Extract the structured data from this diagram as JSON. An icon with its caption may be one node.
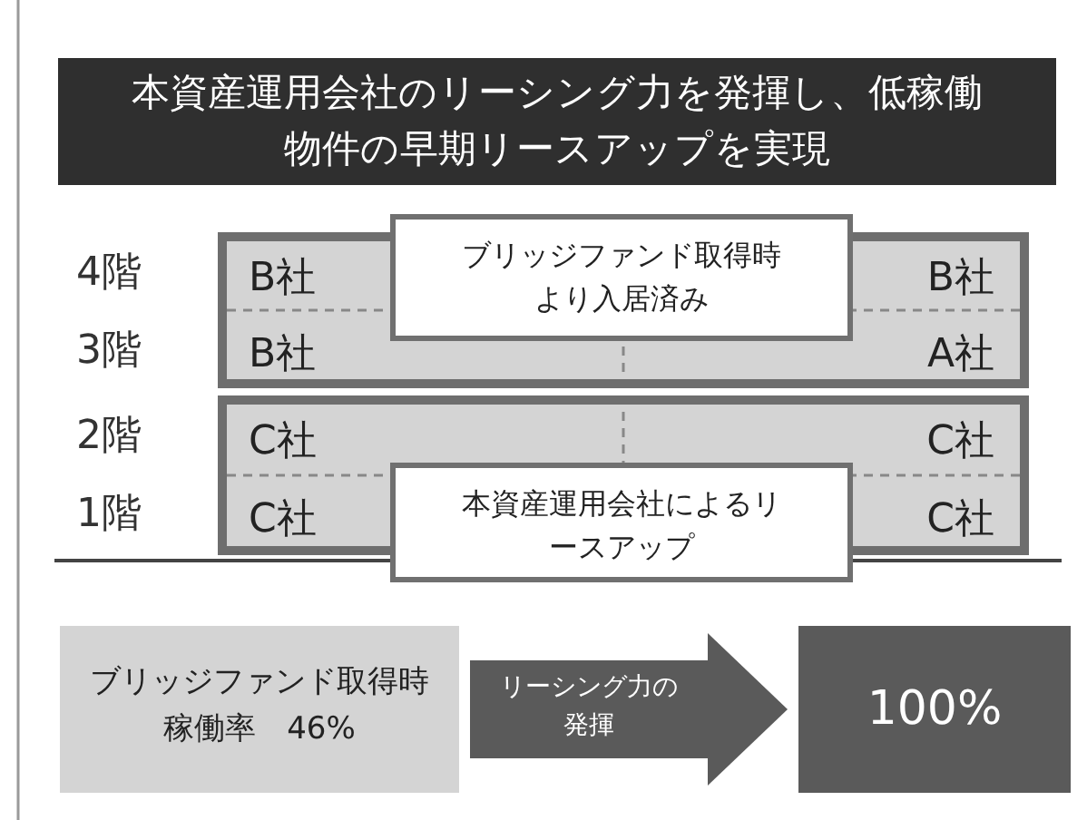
{
  "diagram": {
    "title": "本資産運用会社のリーシング力を発揮し、低稼働物件の早期リースアップを実現",
    "nodes": [
      {
        "text": [],
        "shape": "box"
      },
      {
        "text": [
          "B社"
        ],
        "in": 0
      },
      {
        "text": [
          "B社"
        ],
        "in": 0
      },
      {
        "text": [
          "B社"
        ],
        "in": 0
      },
      {
        "text": [
          "A社"
        ],
        "in": 0
      },
      {
        "text": [
          "ブリッジファンド取得時より入居済み"
        ]
      },
      {
        "text": [],
        "shape": "box"
      },
      {
        "text": [
          "C社"
        ],
        "in": 6
      },
      {
        "text": [
          "C社"
        ],
        "in": 6
      },
      {
        "text": [
          "C社"
        ],
        "in": 6
      },
      {
        "text": [
          "C社"
        ],
        "in": 6
      },
      {
        "text": [
          "本資産運用会社によるリースアップ"
        ]
      },
      {
        "text": [
          "ブリッジファンド取得時",
          "稼働率　46%"
        ]
      },
      {
        "text": [
          "100%"
        ]
      }
    ],
    "edges": [
      {
        "from": 12,
        "to": 13,
        "arrow": "to",
        "label": "リーシング力の発揮"
      }
    ],
    "labels": [
      "4階",
      "3階",
      "2階",
      "1階"
    ]
  }
}
